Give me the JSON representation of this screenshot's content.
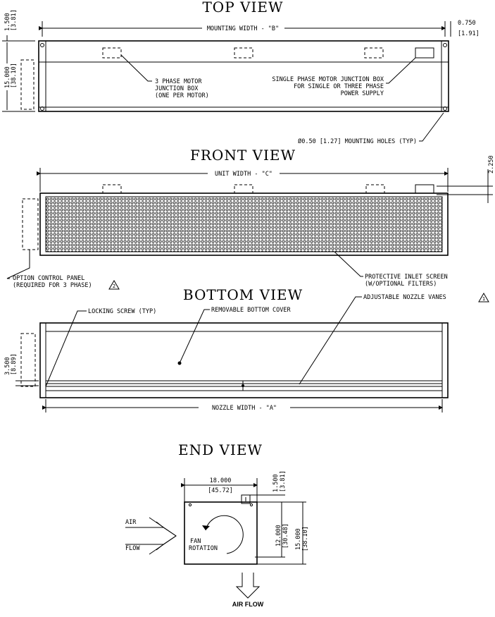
{
  "views": {
    "top": "TOP VIEW",
    "front": "FRONT VIEW",
    "bottom": "BOTTOM VIEW",
    "end": "END VIEW"
  },
  "top_view": {
    "mounting_width": "MOUNTING WIDTH - \"B\"",
    "dim_right_in": "0.750",
    "dim_right_mm": "[1.91]",
    "dim_top_in": "1.500",
    "dim_top_mm": "[3.81]",
    "dim_depth_in": "15.000",
    "dim_depth_mm": "[38.10]",
    "motor_box_1": "3 PHASE MOTOR",
    "motor_box_2": "JUNCTION BOX",
    "motor_box_3": "(ONE PER MOTOR)",
    "single_phase_1": "SINGLE PHASE MOTOR JUNCTION BOX",
    "single_phase_2": "FOR SINGLE OR THREE PHASE",
    "single_phase_3": "POWER SUPPLY",
    "mounting_holes": "Ø0.50 [1.27] MOUNTING HOLES (TYP)"
  },
  "front_view": {
    "unit_width": "UNIT WIDTH - \"C\"",
    "dim_right": "2.250",
    "control_panel_1": "OPTION CONTROL PANEL",
    "control_panel_2": "(REQUIRED FOR 3 PHASE)",
    "control_panel_note": "2",
    "inlet_screen_1": "PROTECTIVE INLET SCREEN",
    "inlet_screen_2": "(W/OPTIONAL FILTERS)"
  },
  "bottom_view": {
    "locking_screw": "LOCKING SCREW (TYP)",
    "bottom_cover": "REMOVABLE BOTTOM COVER",
    "nozzle_vanes": "ADJUSTABLE NOZZLE VANES",
    "nozzle_vanes_note": "1",
    "dim_left_in": "3.500",
    "dim_left_mm": "[8.89]",
    "nozzle_width": "NOZZLE WIDTH - \"A\""
  },
  "end_view": {
    "width_in": "18.000",
    "width_mm": "[45.72]",
    "top_in": "1.500",
    "top_mm": "[3.81]",
    "inner_in": "12.000",
    "inner_mm": "[30.48]",
    "outer_in": "15.000",
    "outer_mm": "[38.10]",
    "air": "AIR",
    "flow": "FLOW",
    "fan": "FAN",
    "rotation": "ROTATION",
    "air_flow": "AIR FLOW"
  }
}
